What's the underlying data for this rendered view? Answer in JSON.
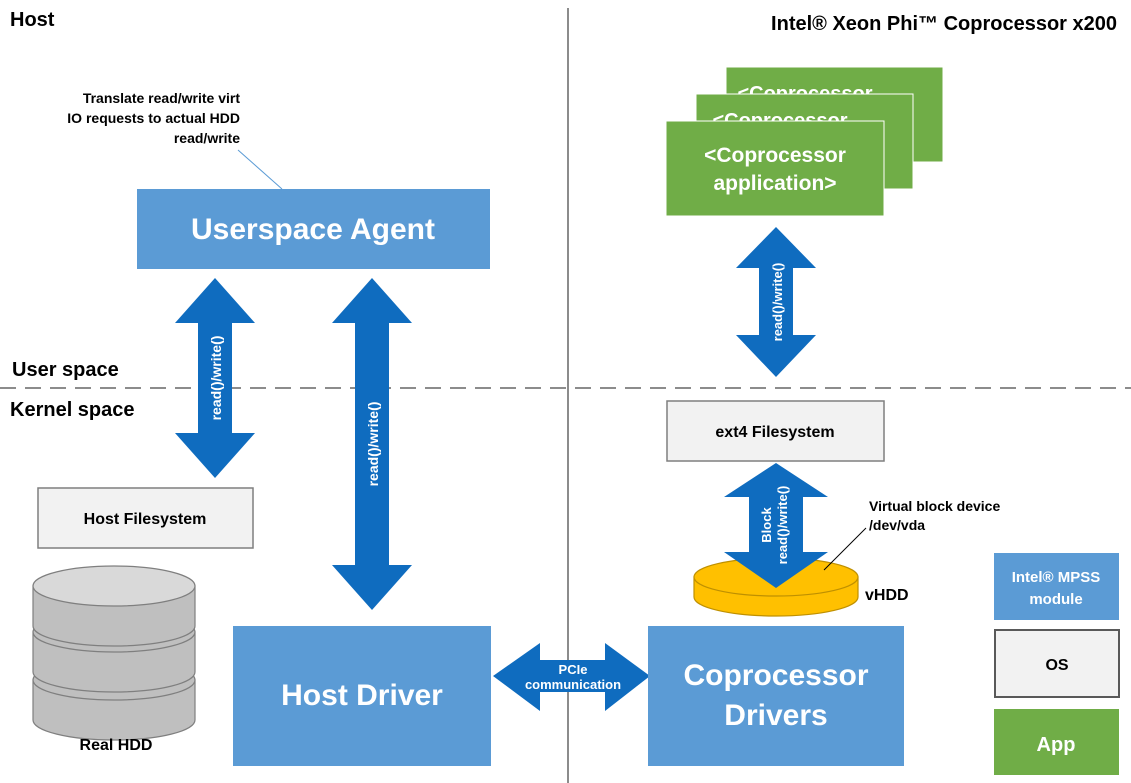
{
  "headings": {
    "host": "Host",
    "coprocessor": "Intel® Xeon Phi™ Coprocessor x200"
  },
  "regions": {
    "user_space": "User space",
    "kernel_space": "Kernel space"
  },
  "annotations": {
    "agent_note": [
      "Translate read/write virt",
      "IO requests to actual HDD",
      "read/write"
    ],
    "virtual_block_device": [
      "Virtual block device",
      "/dev/vda"
    ]
  },
  "boxes": {
    "userspace_agent": "Userspace Agent",
    "host_filesystem": "Host Filesystem",
    "host_driver": "Host Driver",
    "coprocessor_app_back": "<Coprocessor",
    "coprocessor_app_mid": "<Coprocessor",
    "coprocessor_app": [
      "<Coprocessor",
      "application>"
    ],
    "ext4_filesystem": "ext4 Filesystem",
    "coprocessor_drivers": [
      "Coprocessor",
      "Drivers"
    ]
  },
  "arrows": {
    "agent_to_fs": "read()/write()",
    "agent_to_driver": "read()/write()",
    "app_to_ext4": "read()/write()",
    "ext4_to_vhdd": [
      "Block",
      "read()/write()"
    ],
    "pcie": [
      "PCIe",
      "communication"
    ]
  },
  "disks": {
    "real_hdd": "Real HDD",
    "vhdd": "vHDD"
  },
  "legend": {
    "mpss": [
      "Intel® MPSS",
      "module"
    ],
    "os": "OS",
    "app": "App"
  },
  "colors": {
    "mpss_blue": "#5b9bd5",
    "arrow_blue": "#0f6cbf",
    "os_gray": "#f2f2f2",
    "app_green": "#70ad47",
    "vhdd_gold": "#ffc000",
    "disk_gray": "#bfbfbf"
  }
}
